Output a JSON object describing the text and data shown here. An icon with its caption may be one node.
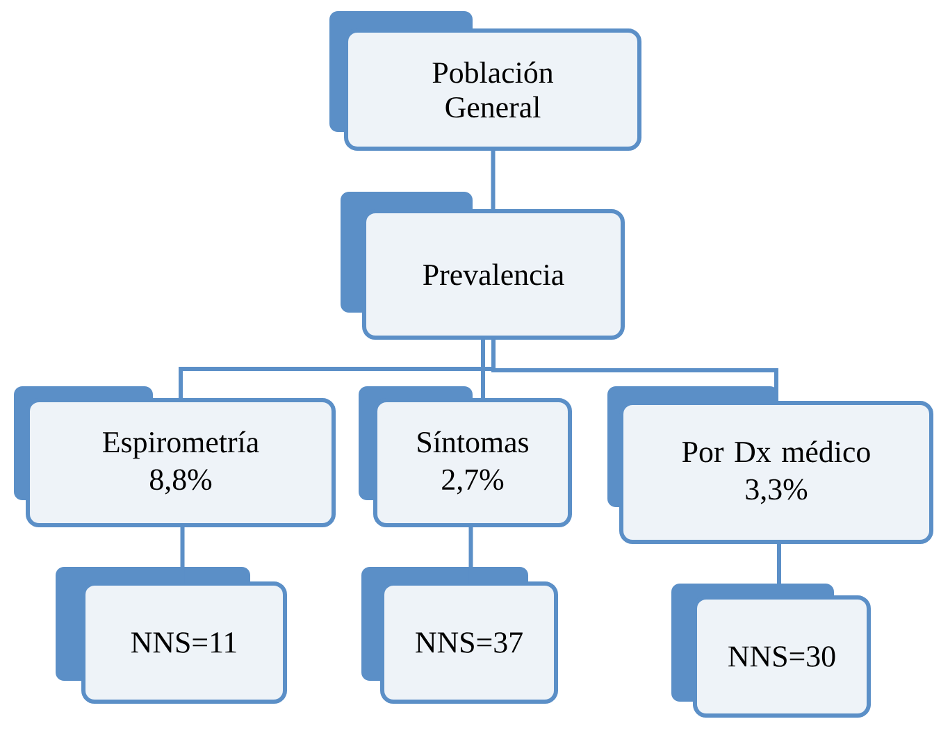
{
  "diagram": {
    "nodes": [
      {
        "text": [
          "Población General"
        ]
      },
      {
        "text": [
          "Prevalencia"
        ]
      },
      {
        "text": [
          "Espirometría",
          "8,8%"
        ]
      },
      {
        "text": [
          "Síntomas",
          "2,7%"
        ]
      },
      {
        "text": [
          "Por Dx médico",
          "3,3%"
        ]
      },
      {
        "text": [
          "NNS=11"
        ]
      },
      {
        "text": [
          "NNS=37"
        ]
      },
      {
        "text": [
          "NNS=30"
        ]
      }
    ],
    "edges": [
      {
        "from": 0,
        "to": 1,
        "arrow": "none"
      },
      {
        "from": 1,
        "to": 2,
        "arrow": "none"
      },
      {
        "from": 1,
        "to": 3,
        "arrow": "none"
      },
      {
        "from": 1,
        "to": 4,
        "arrow": "none"
      },
      {
        "from": 2,
        "to": 5,
        "arrow": "none"
      },
      {
        "from": 3,
        "to": 6,
        "arrow": "none"
      },
      {
        "from": 4,
        "to": 7,
        "arrow": "none"
      }
    ]
  }
}
